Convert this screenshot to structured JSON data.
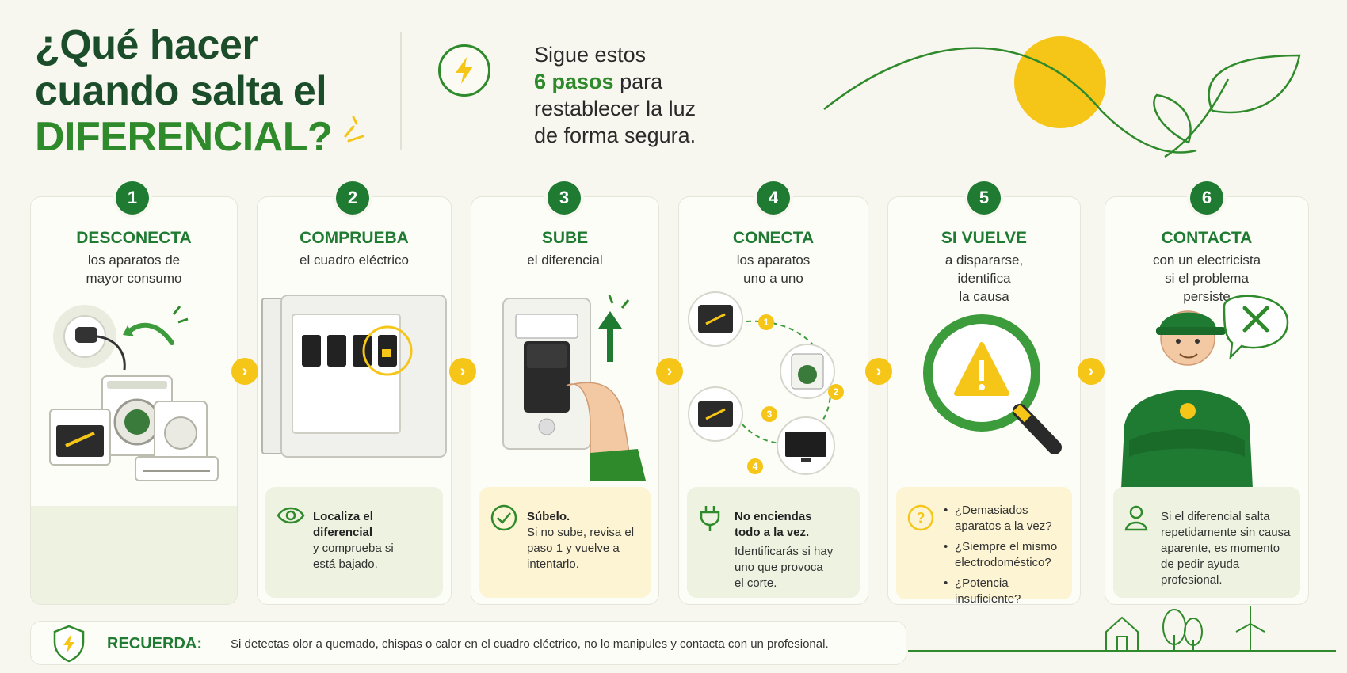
{
  "header": {
    "title_line1": "¿Qué hacer",
    "title_line2": "cuando salta el",
    "title_line3": "DIFERENCIAL?",
    "intro_line1": "Sigue estos",
    "intro_highlight": "6 pasos",
    "intro_line2_rest": " para",
    "intro_line3": "restablecer la luz",
    "intro_line4": "de forma segura."
  },
  "colors": {
    "dark_green": "#1c4d2b",
    "accent_green": "#2f8a2b",
    "badge_green": "#1f7a32",
    "yellow": "#f5c518",
    "background": "#f8f7ef"
  },
  "steps": [
    {
      "number": "1",
      "title": "DESCONECTA",
      "subtitle": [
        "los aparatos de",
        "mayor consumo"
      ]
    },
    {
      "number": "2",
      "title": "COMPRUEBA",
      "subtitle": [
        "el cuadro eléctrico"
      ],
      "tip_icon": "eye-icon",
      "tip": [
        "Localiza el diferencial",
        "y comprueba si",
        "está bajado."
      ]
    },
    {
      "number": "3",
      "title": "SUBE",
      "subtitle": [
        "el diferencial"
      ],
      "tip_icon": "check-circle-icon",
      "tip_strong": "Súbelo.",
      "tip": [
        "Si no sube, revisa el",
        "paso 1 y vuelve a",
        "intentarlo."
      ]
    },
    {
      "number": "4",
      "title": "CONECTA",
      "subtitle": [
        "los aparatos",
        "uno a uno"
      ],
      "tip_icon": "plug-icon",
      "tip_strong_lines": [
        "No enciendas",
        "todo a la vez."
      ],
      "tip": [
        "Identificarás si hay",
        "uno que provoca",
        "el corte."
      ],
      "sequence_labels": [
        "1",
        "2",
        "3",
        "4"
      ]
    },
    {
      "number": "5",
      "title": "SI VUELVE",
      "subtitle": [
        "a dispararse,",
        "identifica",
        "la causa"
      ],
      "tip_icon": "question-circle-icon",
      "tip_list": [
        "¿Demasiados aparatos a la vez?",
        "¿Siempre el mismo electrodoméstico?",
        "¿Potencia insuficiente?"
      ]
    },
    {
      "number": "6",
      "title": "CONTACTA",
      "subtitle": [
        "con un electricista",
        "si el problema",
        "persiste"
      ],
      "tip_icon": "person-icon",
      "tip": [
        "Si el diferencial salta",
        "repetidamente sin causa",
        "aparente, es momento",
        "de pedir ayuda",
        "profesional."
      ]
    }
  ],
  "footer": {
    "label": "RECUERDA:",
    "text": "Si detectas olor a quemado, chispas o calor en el cuadro eléctrico, no lo manipules y contacta con un profesional."
  }
}
